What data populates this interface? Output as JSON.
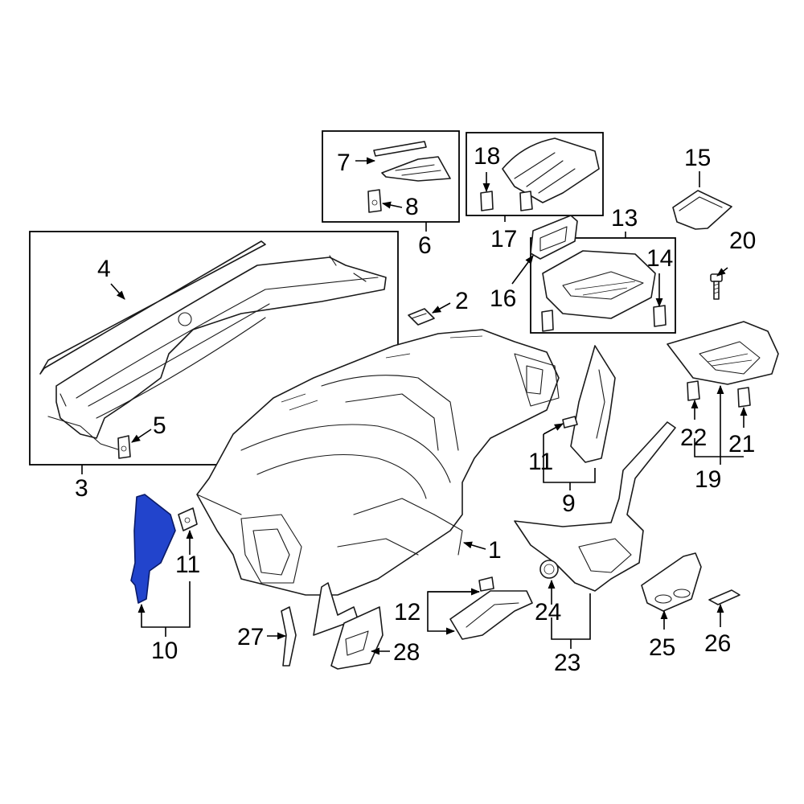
{
  "diagram": {
    "highlight_color": "#2244cc",
    "line_color": "#000000",
    "background": "#ffffff",
    "highlighted_part": "10",
    "callouts": {
      "c1": "1",
      "c2": "2",
      "c3": "3",
      "c4": "4",
      "c5": "5",
      "c6": "6",
      "c7": "7",
      "c8": "8",
      "c9": "9",
      "c10": "10",
      "c11a": "11",
      "c11b": "11",
      "c12": "12",
      "c13": "13",
      "c14": "14",
      "c15": "15",
      "c16": "16",
      "c17": "17",
      "c18": "18",
      "c19": "19",
      "c20": "20",
      "c21": "21",
      "c22": "22",
      "c23": "23",
      "c24": "24",
      "c25": "25",
      "c26": "26",
      "c27": "27",
      "c28": "28"
    }
  }
}
